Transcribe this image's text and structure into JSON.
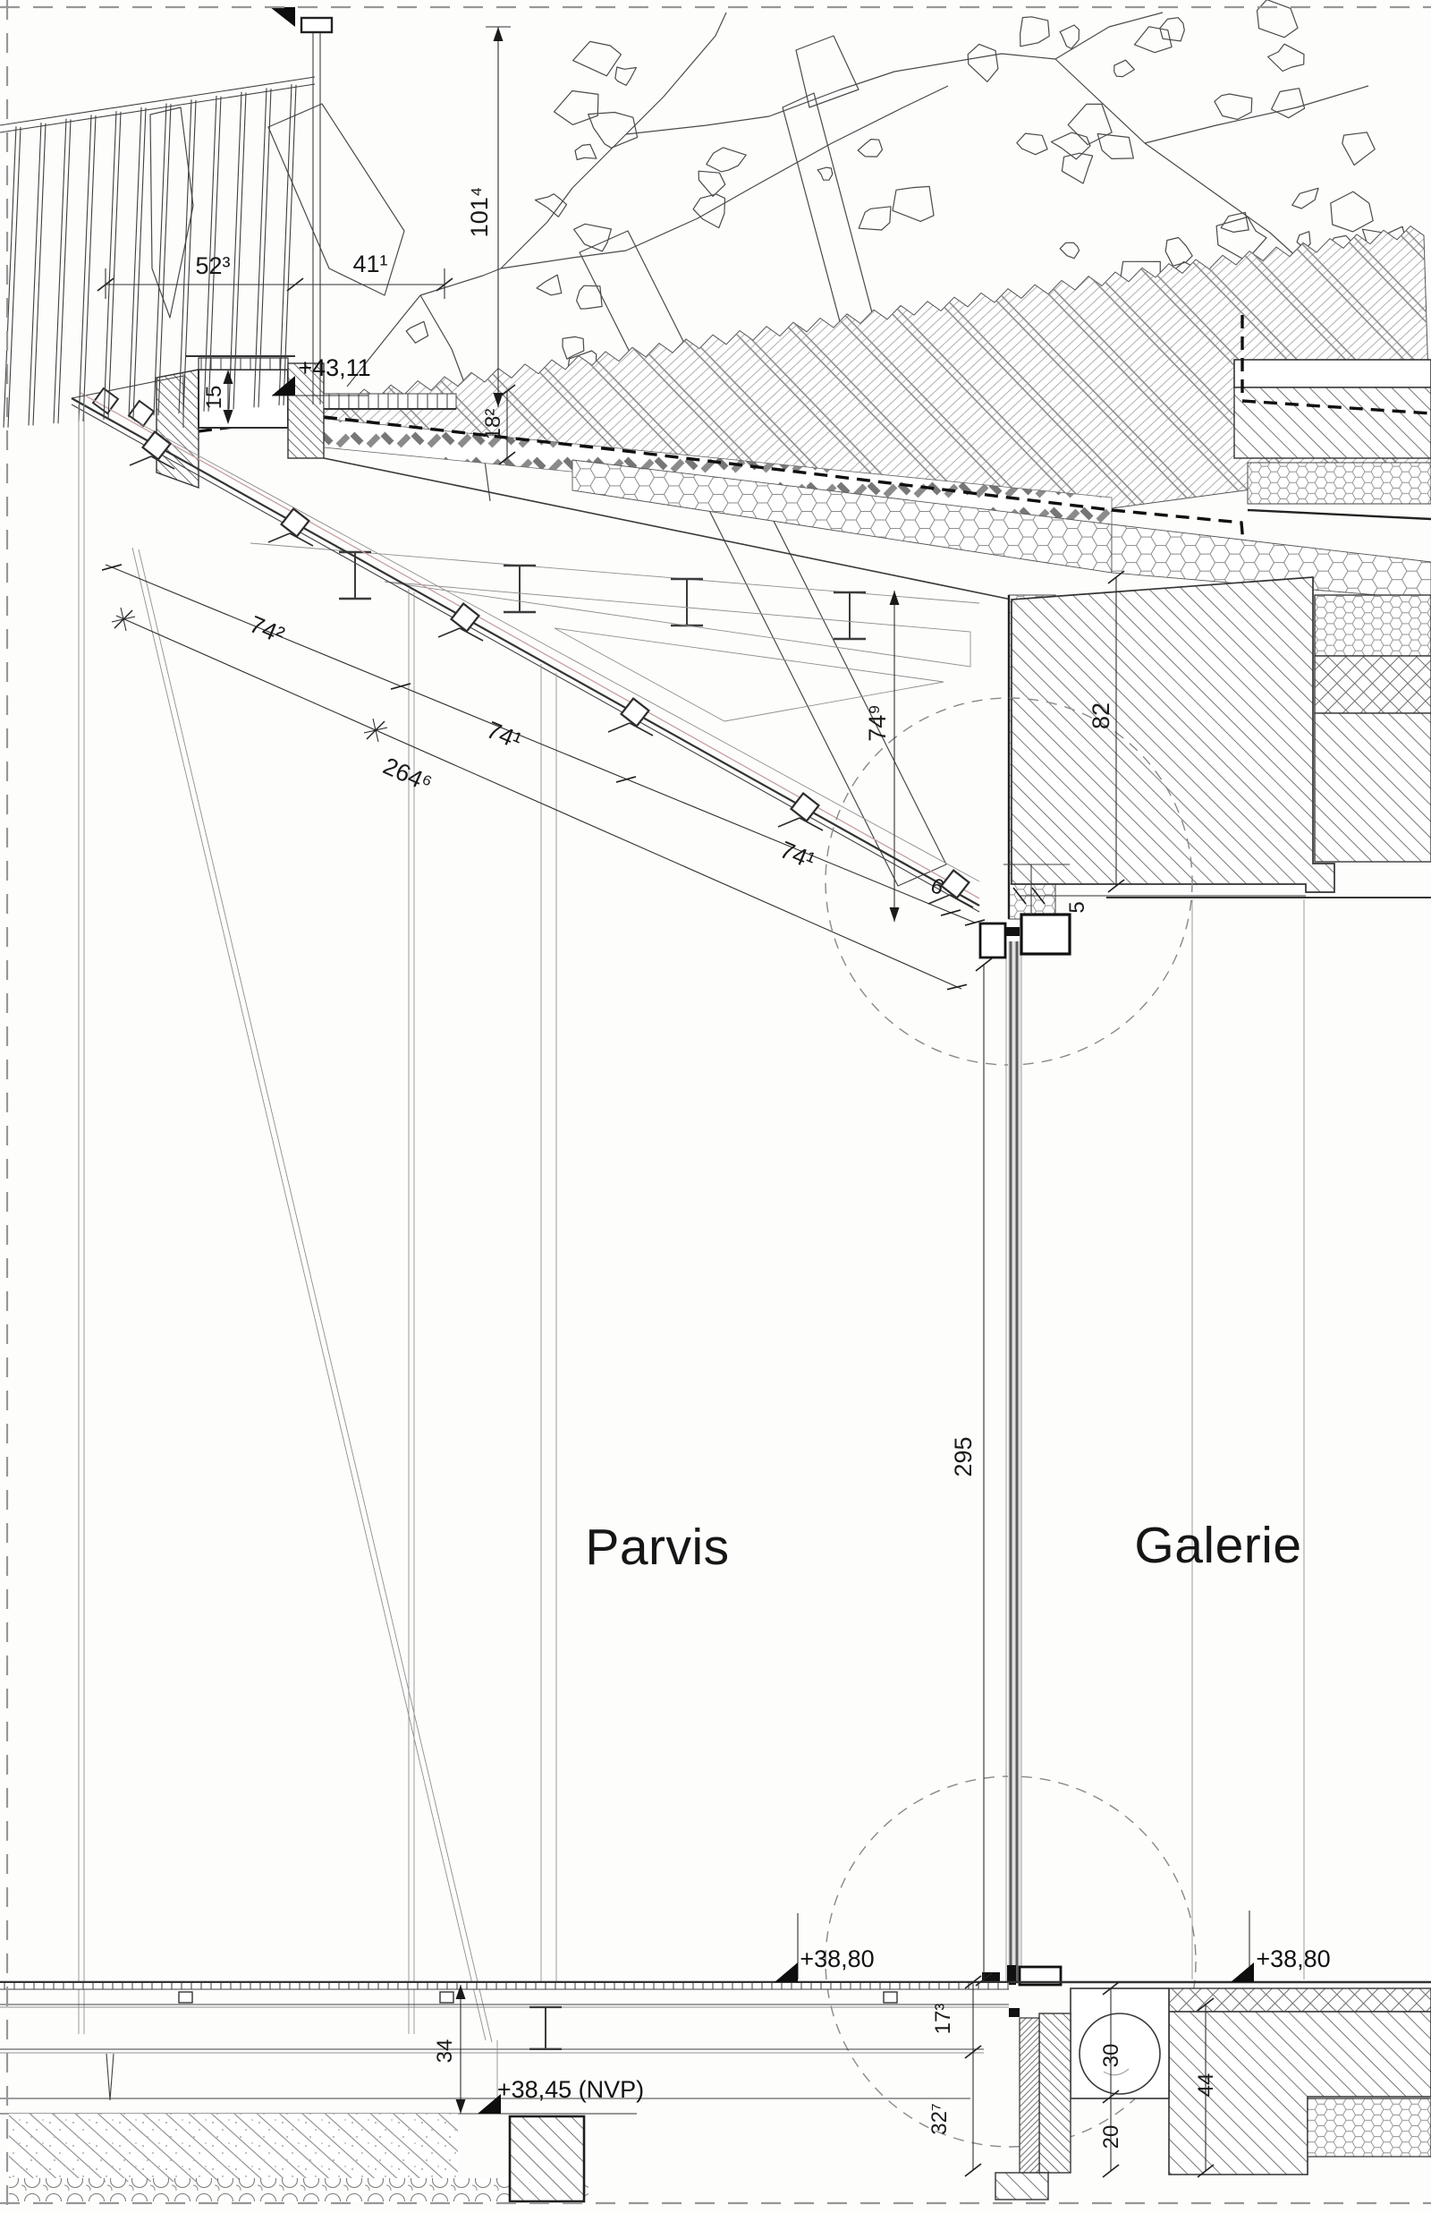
{
  "drawing": {
    "spaces": {
      "left": "Parvis",
      "right": "Galerie"
    },
    "levels": {
      "parapet": "+43,11",
      "parvis_floor": "+38,80",
      "galerie_floor": "+38,80",
      "ground_nvp": "+38,45 (NVP)"
    },
    "dims": {
      "d52": "52³",
      "d41": "41¹",
      "d101": "101⁴",
      "d15": "15",
      "d18": "18²",
      "d74a": "74²",
      "d74b": "74¹",
      "d74c": "74¹",
      "d264": "264⁶",
      "d749": "74⁹",
      "d82": "82",
      "d6": "6",
      "d5": "5",
      "d295": "295",
      "d173": "17³",
      "d327": "32⁷",
      "d34": "34",
      "d30": "30",
      "d44": "44",
      "d20": "20"
    }
  }
}
